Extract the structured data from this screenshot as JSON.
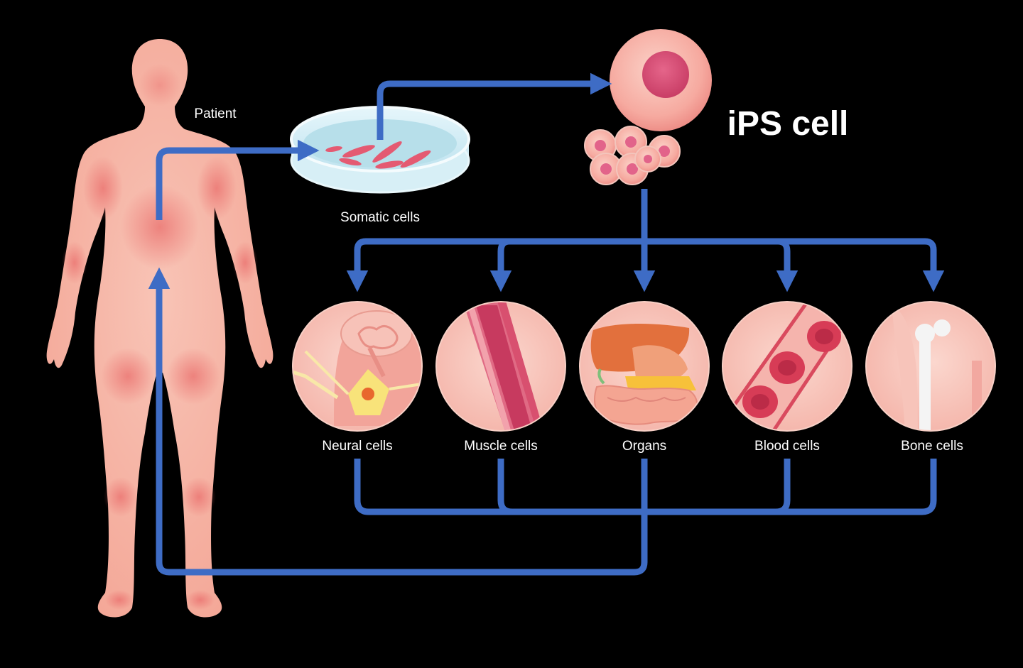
{
  "title": "iPS cell",
  "labels": {
    "patient": "Patient",
    "somatic": "Somatic cells"
  },
  "cell_types": [
    {
      "label": "Neural cells"
    },
    {
      "label": "Muscle cells"
    },
    {
      "label": "Organs"
    },
    {
      "label": "Blood cells"
    },
    {
      "label": "Bone cells"
    }
  ],
  "colors": {
    "background": "#000000",
    "arrow": "#3e6cc5",
    "skin": "#f7b6a8",
    "skin_shade": "#ee7f78",
    "cell": "#f6a9a2",
    "nucleus": "#dd5077",
    "text": "#ffffff"
  },
  "icons": {
    "body": "human-body-icon",
    "dish": "petri-dish-icon",
    "ips": "ips-cell-icon",
    "cluster": "cell-cluster-icon"
  }
}
